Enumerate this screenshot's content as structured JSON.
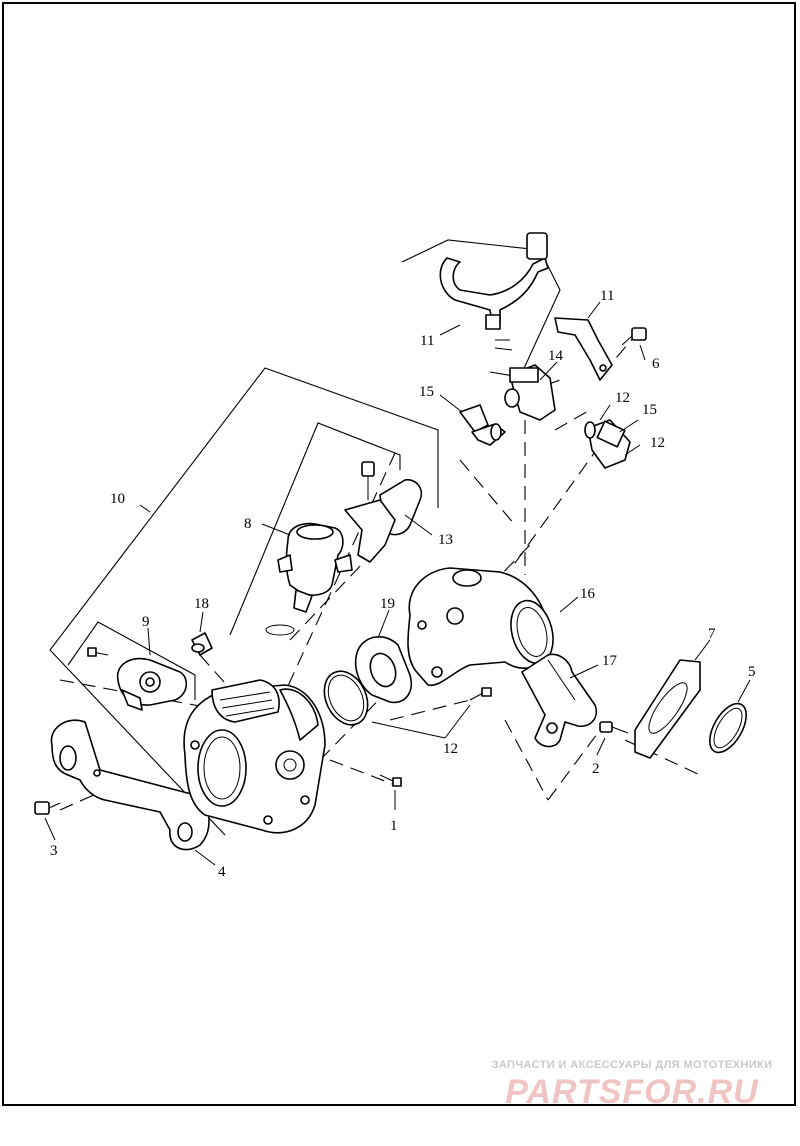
{
  "diagram": {
    "callouts": {
      "c1": "1",
      "c2": "2",
      "c3": "3",
      "c4": "4",
      "c5": "5",
      "c6": "6",
      "c7": "7",
      "c8": "8",
      "c9": "9",
      "c10": "10",
      "c11a": "11",
      "c11b": "11",
      "c12a": "12",
      "c12b": "12",
      "c12c": "12",
      "c13": "13",
      "c14": "14",
      "c15a": "15",
      "c15b": "15",
      "c16": "16",
      "c17": "17",
      "c18": "18",
      "c19": "19"
    }
  },
  "watermark": {
    "tagline": "ЗАПЧАСТИ И АКСЕССУАРЫ ДЛЯ МОТОТЕХНИКИ",
    "logo": "PARTSFOR.RU"
  },
  "colors": {
    "line": "#000000",
    "background": "#ffffff",
    "watermark_logo": "#f1c4c4",
    "watermark_tag": "#c9c9c9"
  }
}
